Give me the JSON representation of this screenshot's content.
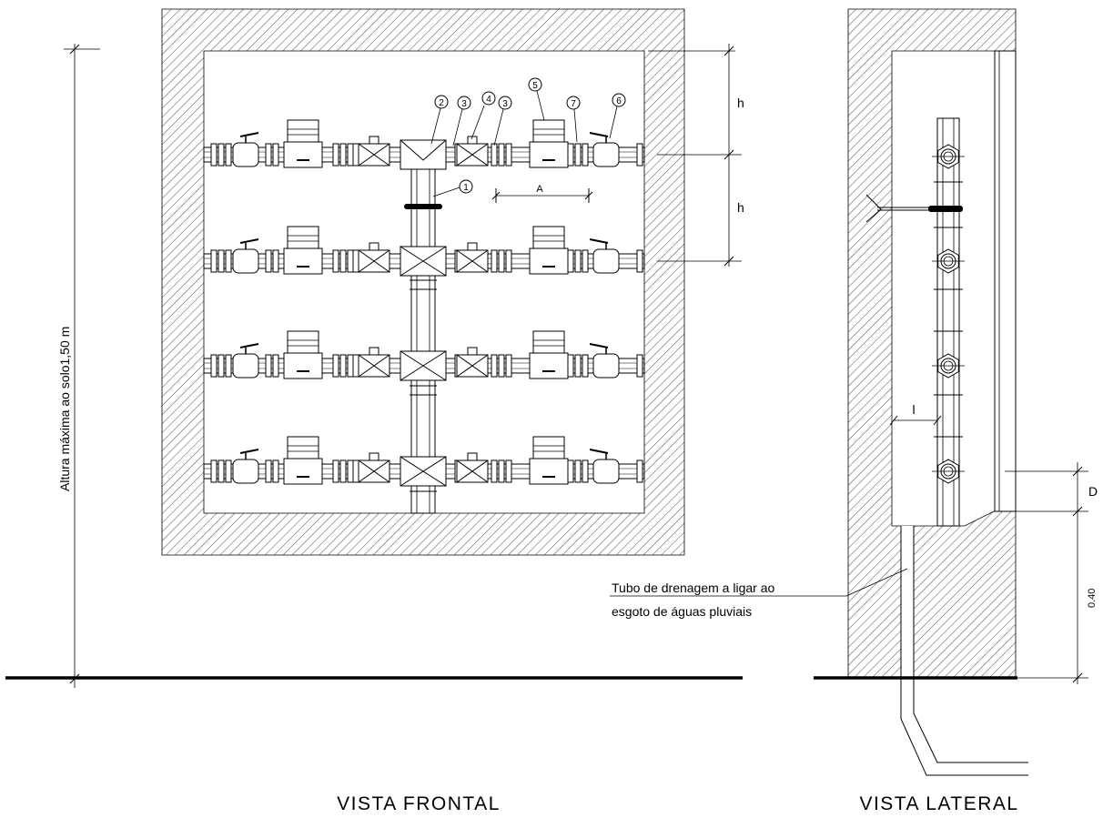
{
  "views": {
    "front_title": "VISTA  FRONTAL",
    "side_title": "VISTA  LATERAL"
  },
  "dimensions": {
    "height_label": "Altura máxima ao solo1,50 m",
    "h_top": "h",
    "h_bottom": "h",
    "a": "A",
    "l": "l",
    "d": "D",
    "drain_depth": "0.40"
  },
  "note": {
    "line1": "Tubo de drenagem a ligar ao",
    "line2": "esgoto de águas pluviais"
  },
  "callouts": [
    "1",
    "2",
    "3",
    "4",
    "5",
    "3",
    "7",
    "6"
  ]
}
